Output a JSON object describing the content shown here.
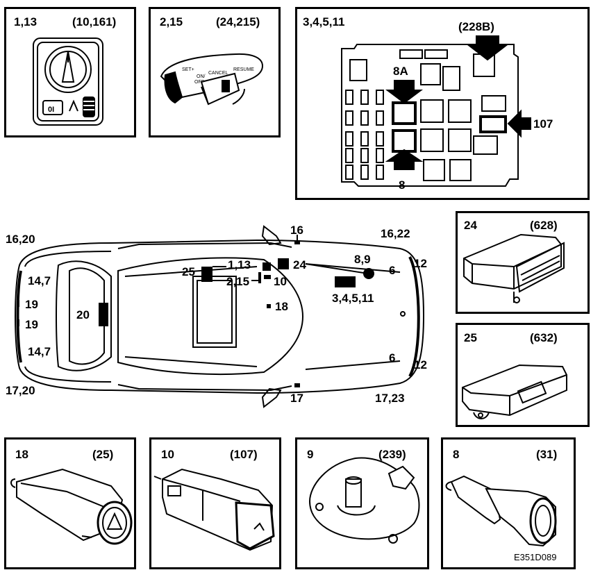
{
  "panels": [
    {
      "id": "p1",
      "number": "1,13",
      "ref": "(10,161)"
    },
    {
      "id": "p2",
      "number": "2,15",
      "ref": "(24,215)"
    },
    {
      "id": "p3",
      "number": "3,4,5,11",
      "ref": ""
    },
    {
      "id": "p24",
      "number": "24",
      "ref": "(628)"
    },
    {
      "id": "p25",
      "number": "25",
      "ref": "(632)"
    },
    {
      "id": "p18",
      "number": "18",
      "ref": "(25)"
    },
    {
      "id": "p10",
      "number": "10",
      "ref": "(107)"
    },
    {
      "id": "p9",
      "number": "9",
      "ref": "(239)"
    },
    {
      "id": "p8",
      "number": "8",
      "ref": "(31)"
    }
  ],
  "fusebox": {
    "label_228b": "(228B)",
    "label_8a": "8A",
    "label_8": "8",
    "label_107": "107"
  },
  "switch_text": {
    "on_off": "ON/ OFF",
    "cancel": "CANCEL",
    "resume": "RESUME",
    "set": "SET"
  },
  "switch_1_13_text": {
    "button": "0"
  },
  "car_labels": [
    "16,20",
    "14,7",
    "19",
    "19",
    "14,7",
    "17,20",
    "20",
    "25",
    "1,13",
    "2,15",
    "10",
    "24",
    "16",
    "18",
    "8,9",
    "6",
    "12",
    "3,4,5,11",
    "16,22",
    "6",
    "12",
    "17",
    "17,23"
  ],
  "code": "E351D089"
}
